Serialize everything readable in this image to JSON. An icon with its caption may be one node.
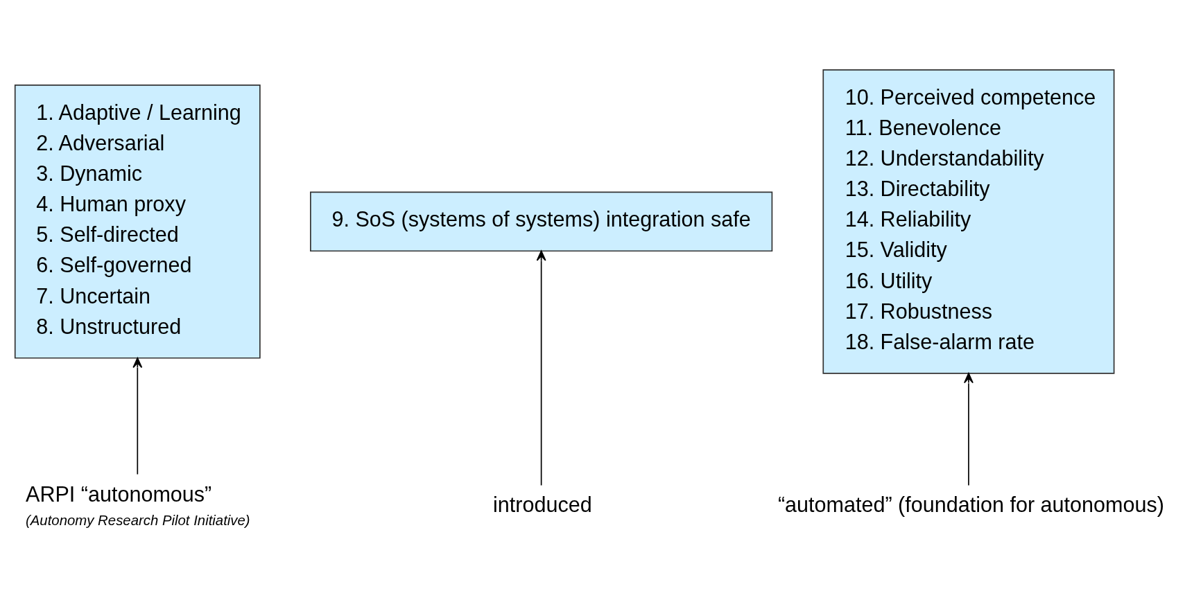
{
  "diagram": {
    "nodes": [
      {
        "text": [
          "1. Adaptive / Learning",
          "2. Adversarial",
          "3. Dynamic",
          "4. Human proxy",
          "5. Self-directed",
          "6. Self-governed",
          "7. Uncertain",
          "8. Unstructured"
        ]
      },
      {
        "text": [
          "9. SoS (systems of systems) integration safe"
        ]
      },
      {
        "text": [
          "10. Perceived competence",
          "11. Benevolence",
          "12. Understandability",
          "13. Directability",
          "14. Reliability",
          "15. Validity",
          "16. Utility",
          "17. Robustness",
          "18. False-alarm rate"
        ]
      },
      {
        "text": [
          "ARPI “autonomous”"
        ],
        "beside": [
          "(Autonomy Research Pilot Initiative)"
        ]
      },
      {
        "text": [
          "introduced"
        ]
      },
      {
        "text": [
          "“automated” (foundation for autonomous)"
        ]
      }
    ],
    "edges": [
      {
        "from": 3,
        "to": 0,
        "arrow": "to"
      },
      {
        "from": 4,
        "to": 1,
        "arrow": "to"
      },
      {
        "from": 5,
        "to": 2,
        "arrow": "to"
      }
    ]
  }
}
